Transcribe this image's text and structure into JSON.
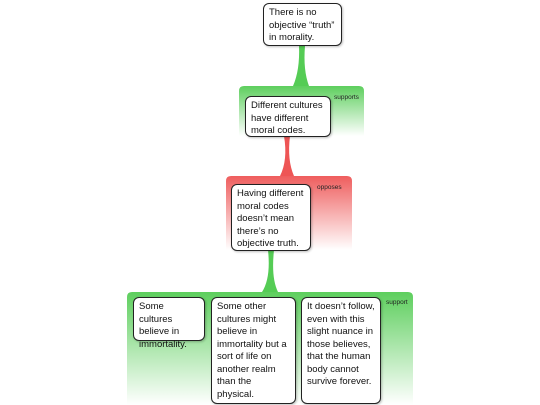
{
  "claim": {
    "text": "There is no objective “truth” in morality."
  },
  "reason": {
    "text": "Different cultures have different moral codes.",
    "relation": "supports"
  },
  "objection": {
    "text": "Having different moral codes doesn’t mean there’s no objective truth.",
    "relation": "opposes"
  },
  "support_group": {
    "relation": "support",
    "items": [
      {
        "text": "Some cultures believe in immortality."
      },
      {
        "text": "Some other cultures might believe in immortality but a sort of life on another realm than the physical."
      },
      {
        "text": "It doesn’t follow, even with this slight nuance in those believes, that the human body cannot survive forever."
      }
    ]
  },
  "colors": {
    "support": "#55cc55",
    "oppose": "#ee5555"
  }
}
